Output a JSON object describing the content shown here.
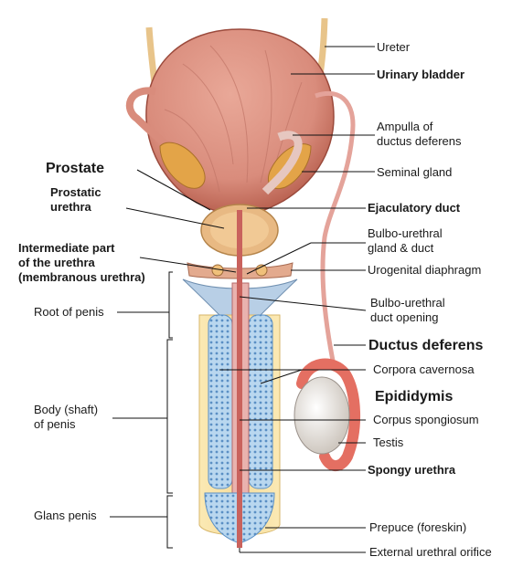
{
  "labels": {
    "ureter": "Ureter",
    "urinary_bladder": "Urinary bladder",
    "ampulla": "Ampulla of\nductus deferens",
    "seminal_gland": "Seminal gland",
    "prostate": "Prostate",
    "prostatic_urethra": "Prostatic\nurethra",
    "ejaculatory_duct": "Ejaculatory duct",
    "bulbourethral_gland": "Bulbo-urethral\ngland & duct",
    "intermediate_urethra": "Intermediate part\nof the urethra\n(membranous urethra)",
    "urogenital_diaphragm": "Urogenital diaphragm",
    "bulbourethral_opening": "Bulbo-urethral\nduct opening",
    "root_of_penis": "Root of penis",
    "ductus_deferens": "Ductus deferens",
    "corpora_cavernosa": "Corpora cavernosa",
    "epididymis": "Epididymis",
    "body_of_penis": "Body (shaft)\nof penis",
    "corpus_spongiosum": "Corpus spongiosum",
    "testis": "Testis",
    "spongy_urethra": "Spongy urethra",
    "glans_penis": "Glans penis",
    "prepuce": "Prepuce (foreskin)",
    "external_orifice": "External urethral orifice"
  },
  "colors": {
    "bladder": "#d98c7c",
    "bladder_dark": "#b8604f",
    "ureter": "#e8c48a",
    "prostate": "#e8b983",
    "seminal_gland": "#e3a448",
    "cavernosa": "#b9d7ef",
    "spongiosum": "#e2a0a0",
    "urethra": "#c9625d",
    "testis": "#ece8e2",
    "epididymis": "#e46f62",
    "skin": "#f6dd9c"
  }
}
